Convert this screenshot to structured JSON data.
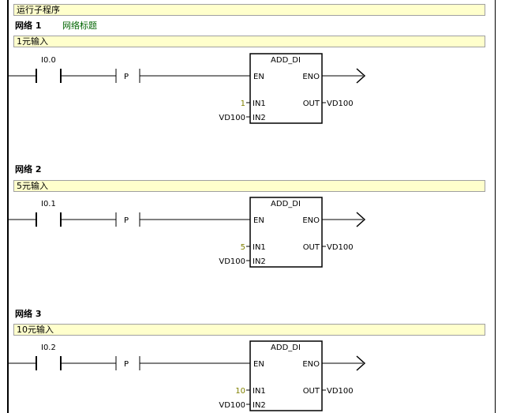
{
  "program_comment": "运行子程序",
  "networks": [
    {
      "label": "网络 1",
      "title": "网络标题",
      "comment": "1元输入",
      "contact": "I0.0",
      "edge": "P",
      "block": {
        "name": "ADD_DI",
        "en": "EN",
        "eno": "ENO",
        "in1_label": "IN1",
        "in2_label": "IN2",
        "out_label": "OUT",
        "in1_value": "1",
        "in2_value": "VD100",
        "out_value": "VD100"
      }
    },
    {
      "label": "网络 2",
      "title": "",
      "comment": "5元输入",
      "contact": "I0.1",
      "edge": "P",
      "block": {
        "name": "ADD_DI",
        "en": "EN",
        "eno": "ENO",
        "in1_label": "IN1",
        "in2_label": "IN2",
        "out_label": "OUT",
        "in1_value": "5",
        "in2_value": "VD100",
        "out_value": "VD100"
      }
    },
    {
      "label": "网络 3",
      "title": "",
      "comment": "10元输入",
      "contact": "I0.2",
      "edge": "P",
      "block": {
        "name": "ADD_DI",
        "en": "EN",
        "eno": "ENO",
        "in1_label": "IN1",
        "in2_label": "IN2",
        "out_label": "OUT",
        "in1_value": "10",
        "in2_value": "VD100",
        "out_value": "VD100"
      }
    }
  ]
}
